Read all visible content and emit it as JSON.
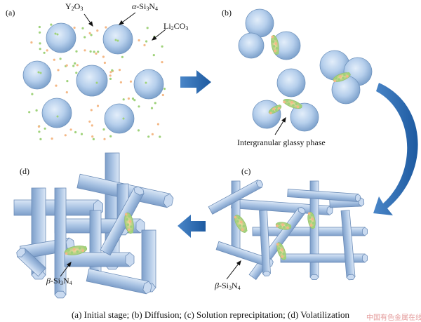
{
  "panels": {
    "a": {
      "tag": "(a)",
      "labels": [
        "Y2O3",
        "α-Si3N4",
        "Li2CO3"
      ]
    },
    "b": {
      "tag": "(b)",
      "label": "Intergranular glassy phase"
    },
    "c": {
      "tag": "(c)",
      "label": "β-Si3N4"
    },
    "d": {
      "tag": "(d)",
      "label": "β-Si3N4"
    }
  },
  "caption": "(a)  Initial  stage;  (b)  Diffusion; (c) Solution reprecipitation; (d) Volatilization",
  "watermark": "中国有色金属在线",
  "colors": {
    "grain": "#a9c6e8",
    "grain_edge": "#6f93bd",
    "rod": "#a6c1e1",
    "arrow": "#2f6db5",
    "dot_green": "#9fd27a",
    "dot_orange": "#f4b886"
  }
}
